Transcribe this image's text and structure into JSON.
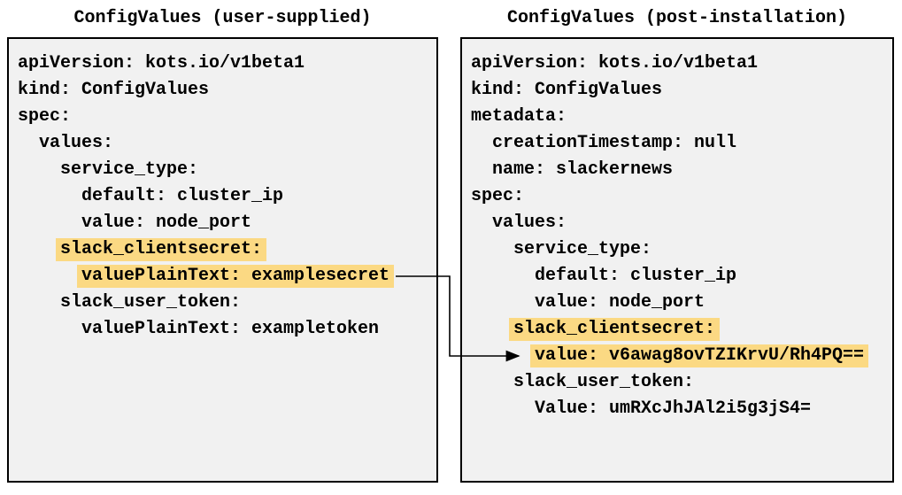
{
  "colors": {
    "highlight": "#fbd983",
    "panel_background": "#f1f1f1",
    "panel_border": "#000000",
    "text": "#000000",
    "arrow": "#000000"
  },
  "arrow": {
    "name": "mapping-arrow-icon",
    "meaning": "points from user-supplied plain-text secret to its encrypted post-installation value"
  },
  "left_panel": {
    "title": "ConfigValues (user-supplied)",
    "lines": [
      {
        "text": "apiVersion: kots.io/v1beta1",
        "indent": 0,
        "highlight": false
      },
      {
        "text": "kind: ConfigValues",
        "indent": 0,
        "highlight": false
      },
      {
        "text": "spec:",
        "indent": 0,
        "highlight": false
      },
      {
        "text": "values:",
        "indent": 1,
        "highlight": false
      },
      {
        "text": "service_type:",
        "indent": 2,
        "highlight": false
      },
      {
        "text": "default: cluster_ip",
        "indent": 3,
        "highlight": false
      },
      {
        "text": "value: node_port",
        "indent": 3,
        "highlight": false
      },
      {
        "text": "slack_clientsecret:",
        "indent": 2,
        "highlight": true
      },
      {
        "text": "valuePlainText: examplesecret",
        "indent": 3,
        "highlight": true
      },
      {
        "text": "slack_user_token:",
        "indent": 2,
        "highlight": false
      },
      {
        "text": "valuePlainText: exampletoken",
        "indent": 3,
        "highlight": false
      }
    ]
  },
  "right_panel": {
    "title": "ConfigValues (post-installation)",
    "lines": [
      {
        "text": "apiVersion: kots.io/v1beta1",
        "indent": 0,
        "highlight": false
      },
      {
        "text": "kind: ConfigValues",
        "indent": 0,
        "highlight": false
      },
      {
        "text": "metadata:",
        "indent": 0,
        "highlight": false
      },
      {
        "text": "creationTimestamp: null",
        "indent": 1,
        "highlight": false
      },
      {
        "text": "name: slackernews",
        "indent": 1,
        "highlight": false
      },
      {
        "text": "spec:",
        "indent": 0,
        "highlight": false
      },
      {
        "text": "values:",
        "indent": 1,
        "highlight": false
      },
      {
        "text": "service_type:",
        "indent": 2,
        "highlight": false
      },
      {
        "text": "default: cluster_ip",
        "indent": 3,
        "highlight": false
      },
      {
        "text": "value: node_port",
        "indent": 3,
        "highlight": false
      },
      {
        "text": "slack_clientsecret:",
        "indent": 2,
        "highlight": true
      },
      {
        "text": "value: v6awag8ovTZIKrvU/Rh4PQ==",
        "indent": 3,
        "highlight": true
      },
      {
        "text": "slack_user_token:",
        "indent": 2,
        "highlight": false
      },
      {
        "text": "Value: umRXcJhJAl2i5g3jS4=",
        "indent": 3,
        "highlight": false
      }
    ]
  }
}
